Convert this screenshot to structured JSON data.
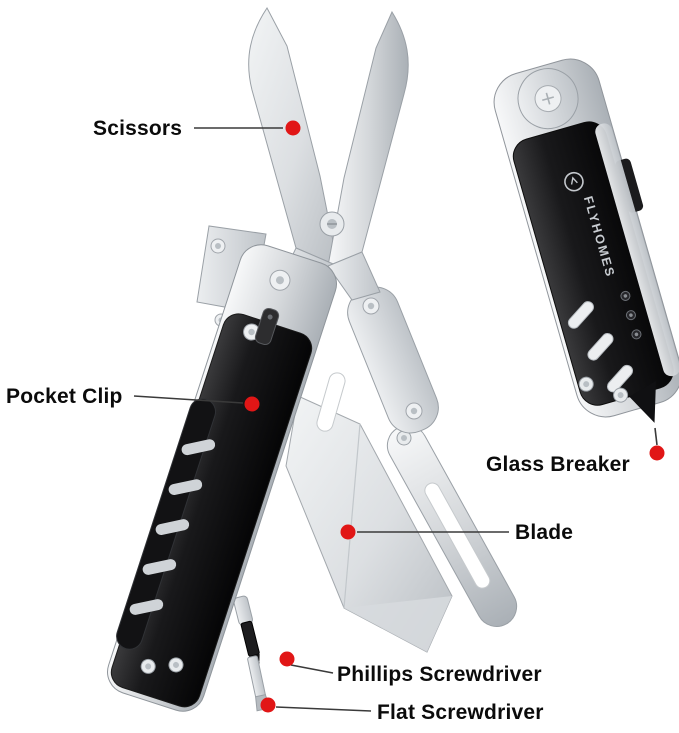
{
  "product": {
    "brand": "FLYHOMES"
  },
  "callouts": [
    {
      "id": "scissors",
      "label": "Scissors"
    },
    {
      "id": "pocket-clip",
      "label": "Pocket Clip"
    },
    {
      "id": "glass-breaker",
      "label": "Glass Breaker"
    },
    {
      "id": "blade",
      "label": "Blade"
    },
    {
      "id": "phillips-screwdriver",
      "label": "Phillips Screwdriver"
    },
    {
      "id": "flat-screwdriver",
      "label": "Flat Screwdriver"
    }
  ],
  "colors": {
    "accent_red": "#e11616",
    "leader_line": "#3a3a3a",
    "label_text": "#0b0b0b",
    "background": "#ffffff"
  }
}
